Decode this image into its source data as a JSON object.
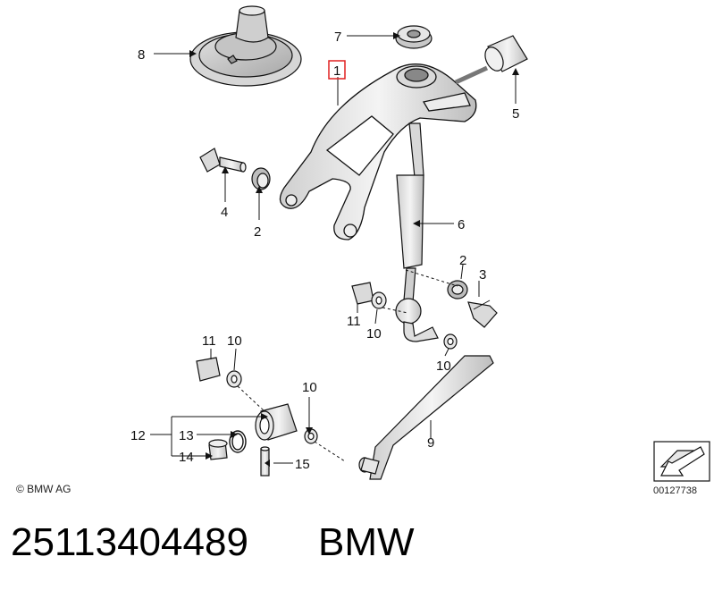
{
  "callouts": {
    "c1": "1",
    "c2a": "2",
    "c2b": "2",
    "c3": "3",
    "c4": "4",
    "c5": "5",
    "c6": "6",
    "c7": "7",
    "c8": "8",
    "c9": "9",
    "c10a": "10",
    "c10b": "10",
    "c10c": "10",
    "c10d": "10",
    "c11a": "11",
    "c11b": "11",
    "c12": "12",
    "c13": "13",
    "c14": "14",
    "c15": "15"
  },
  "copyright": "© BMW AG",
  "drawing_id": "00127738",
  "footer": {
    "part_number": "25113404489",
    "brand": "BMW"
  },
  "colors": {
    "highlight_box": "#e02020",
    "line": "#111111"
  }
}
